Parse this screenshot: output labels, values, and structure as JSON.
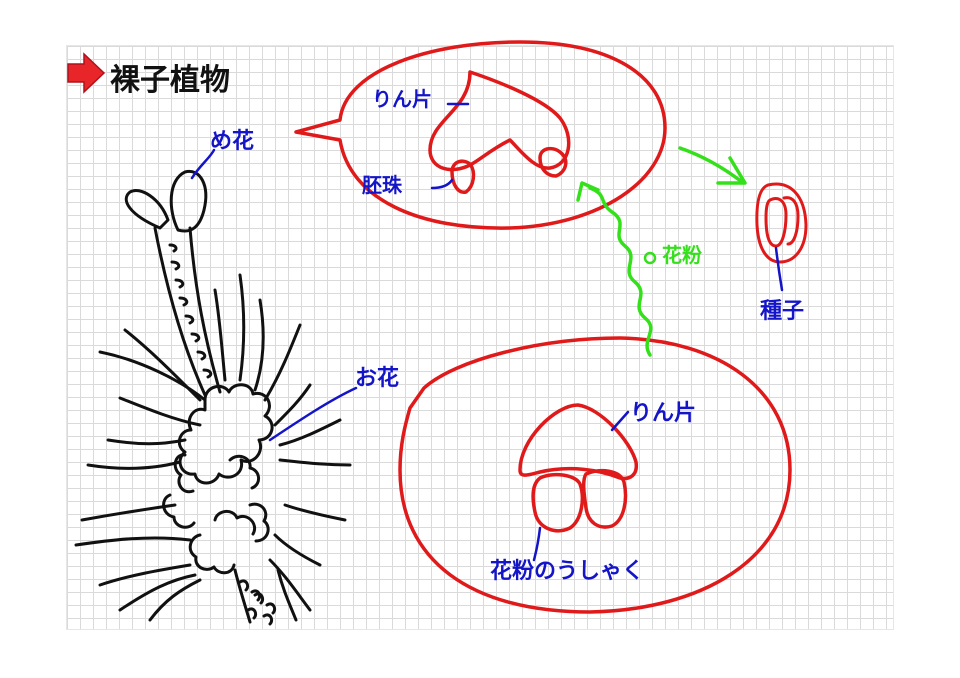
{
  "title": "裸子植物",
  "labels": {
    "female_flower": "め花",
    "male_flower": "お花",
    "scale_top": "りん片",
    "ovule": "胚珠",
    "scale_bottom": "りん片",
    "pollen_sac": "花粉のうしゃく",
    "pollen": "花粉",
    "seed": "種子"
  },
  "icons": {
    "title_arrow": "red-arrow-icon"
  },
  "colors": {
    "label": "#1414c8",
    "diagram_outline": "#e01a1a",
    "pollen_arrow": "#33e01a",
    "sketch": "#111111",
    "grid": "#dadada"
  }
}
